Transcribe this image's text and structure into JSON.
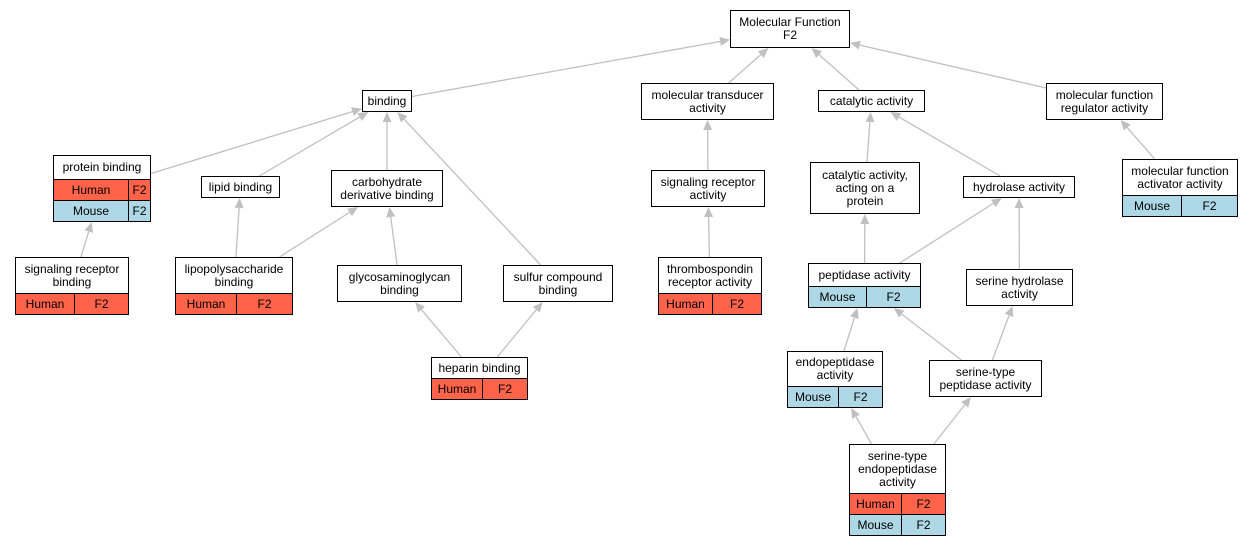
{
  "colors": {
    "human": "#ff634a",
    "mouse": "#aed8e6",
    "edge": "#c0c0c0",
    "border": "#000000"
  },
  "nodes": {
    "mf": {
      "label": "Molecular Function\nF2"
    },
    "bind": {
      "label": "binding"
    },
    "mta": {
      "label": "molecular transducer\nactivity"
    },
    "cat": {
      "label": "catalytic activity"
    },
    "mfr": {
      "label": "molecular function\nregulator activity"
    },
    "pb": {
      "label": "protein binding",
      "rows": [
        {
          "org": "Human",
          "gene": "F2"
        },
        {
          "org": "Mouse",
          "gene": "F2"
        }
      ]
    },
    "lb": {
      "label": "lipid binding"
    },
    "cdb": {
      "label": "carbohydrate\nderivative binding"
    },
    "sra": {
      "label": "signaling receptor\nactivity"
    },
    "caap": {
      "label": "catalytic activity,\nacting on a\nprotein"
    },
    "hyd": {
      "label": "hydrolase activity"
    },
    "mfaa": {
      "label": "molecular function\nactivator activity",
      "rows": [
        {
          "org": "Mouse",
          "gene": "F2"
        }
      ]
    },
    "srb": {
      "label": "signaling receptor\nbinding",
      "rows": [
        {
          "org": "Human",
          "gene": "F2"
        }
      ]
    },
    "lpsb": {
      "label": "lipopolysaccharide\nbinding",
      "rows": [
        {
          "org": "Human",
          "gene": "F2"
        }
      ]
    },
    "gagb": {
      "label": "glycosaminoglycan\nbinding"
    },
    "scb": {
      "label": "sulfur compound\nbinding"
    },
    "tsra": {
      "label": "thrombospondin\nreceptor activity",
      "rows": [
        {
          "org": "Human",
          "gene": "F2"
        }
      ]
    },
    "pep": {
      "label": "peptidase activity",
      "rows": [
        {
          "org": "Mouse",
          "gene": "F2"
        }
      ]
    },
    "serh": {
      "label": "serine hydrolase\nactivity"
    },
    "hep": {
      "label": "heparin binding",
      "rows": [
        {
          "org": "Human",
          "gene": "F2"
        }
      ]
    },
    "endo": {
      "label": "endopeptidase\nactivity",
      "rows": [
        {
          "org": "Mouse",
          "gene": "F2"
        }
      ]
    },
    "stpa": {
      "label": "serine-type\npeptidase activity"
    },
    "stea": {
      "label": "serine-type\nendopeptidase\nactivity",
      "rows": [
        {
          "org": "Human",
          "gene": "F2"
        },
        {
          "org": "Mouse",
          "gene": "F2"
        }
      ]
    }
  },
  "edges": [
    {
      "from": "bind",
      "to": "mf"
    },
    {
      "from": "mta",
      "to": "mf"
    },
    {
      "from": "cat",
      "to": "mf"
    },
    {
      "from": "mfr",
      "to": "mf"
    },
    {
      "from": "pb",
      "to": "bind"
    },
    {
      "from": "lb",
      "to": "bind"
    },
    {
      "from": "cdb",
      "to": "bind"
    },
    {
      "from": "scb",
      "to": "bind"
    },
    {
      "from": "sra",
      "to": "mta"
    },
    {
      "from": "caap",
      "to": "cat"
    },
    {
      "from": "hyd",
      "to": "cat"
    },
    {
      "from": "mfaa",
      "to": "mfr"
    },
    {
      "from": "srb",
      "to": "pb"
    },
    {
      "from": "lpsb",
      "to": "lb"
    },
    {
      "from": "lpsb",
      "to": "cdb"
    },
    {
      "from": "gagb",
      "to": "cdb"
    },
    {
      "from": "tsra",
      "to": "sra"
    },
    {
      "from": "pep",
      "to": "caap"
    },
    {
      "from": "pep",
      "to": "hyd"
    },
    {
      "from": "serh",
      "to": "hyd"
    },
    {
      "from": "hep",
      "to": "gagb"
    },
    {
      "from": "hep",
      "to": "scb"
    },
    {
      "from": "endo",
      "to": "pep"
    },
    {
      "from": "stpa",
      "to": "pep"
    },
    {
      "from": "stpa",
      "to": "serh"
    },
    {
      "from": "stea",
      "to": "endo"
    },
    {
      "from": "stea",
      "to": "stpa"
    }
  ]
}
